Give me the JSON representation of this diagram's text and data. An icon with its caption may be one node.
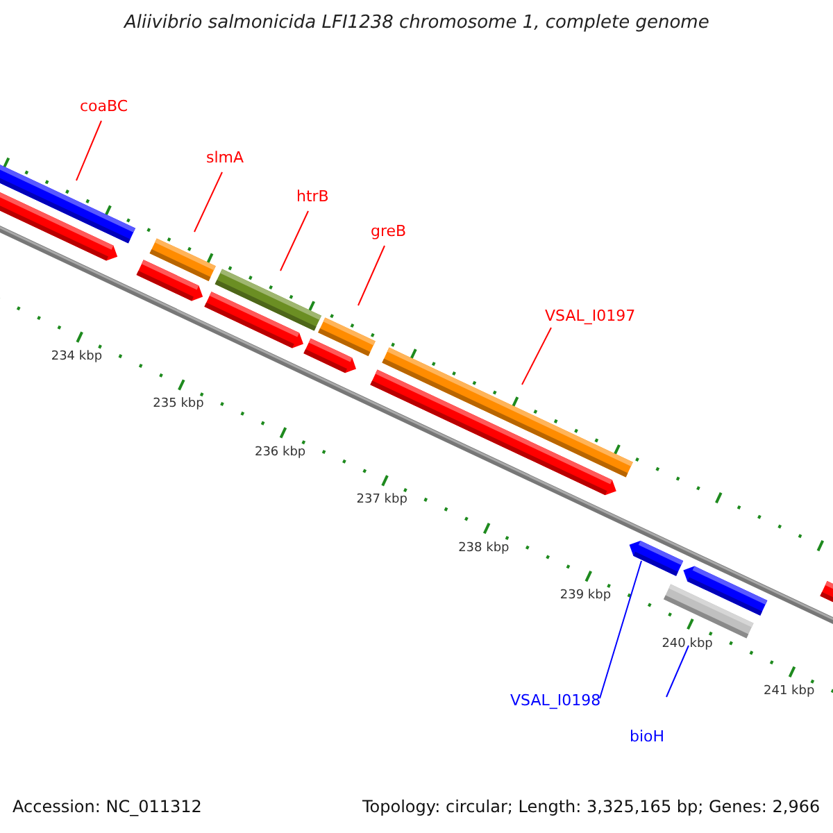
{
  "diagram": {
    "title": "Aliivibrio salmonicida LFI1238 chromosome 1, complete genome",
    "nodes": [
      {
        "text": [
          "coaBC"
        ]
      },
      {
        "text": [],
        "shape": "bar"
      },
      {
        "text": [
          "slmA"
        ]
      },
      {
        "text": [],
        "shape": "bar"
      },
      {
        "text": [
          "htrB"
        ]
      },
      {
        "text": [],
        "shape": "bar"
      },
      {
        "text": [
          "greB"
        ]
      },
      {
        "text": [],
        "shape": "bar"
      },
      {
        "text": [
          "VSAL_I0197"
        ]
      },
      {
        "text": [],
        "shape": "bar"
      },
      {
        "text": [
          "VSAL_I0198"
        ]
      },
      {
        "text": [],
        "shape": "arrow"
      },
      {
        "text": [
          "bioH"
        ]
      },
      {
        "text": [],
        "shape": "bar"
      },
      {
        "text": [],
        "shape": "arrow"
      },
      {
        "text": [],
        "shape": "arrow"
      },
      {
        "text": [],
        "shape": "arrow"
      },
      {
        "text": [],
        "shape": "arrow"
      },
      {
        "text": [],
        "shape": "arrow"
      },
      {
        "text": [],
        "shape": "arrow"
      },
      {
        "text": [],
        "shape": "arrow"
      }
    ],
    "edges": [
      {
        "from": 0,
        "to": 1,
        "arrow": "none"
      },
      {
        "from": 2,
        "to": 3,
        "arrow": "none"
      },
      {
        "from": 4,
        "to": 5,
        "arrow": "none"
      },
      {
        "from": 6,
        "to": 7,
        "arrow": "none"
      },
      {
        "from": 8,
        "to": 9,
        "arrow": "none"
      },
      {
        "from": 10,
        "to": 11,
        "arrow": "none",
        "color": "#0000ff"
      },
      {
        "from": 12,
        "to": 13,
        "arrow": "none",
        "color": "#0000ff"
      }
    ],
    "labels": [
      "234 kbp",
      "235 kbp",
      "236 kbp",
      "237 kbp",
      "238 kbp",
      "239 kbp",
      "240 kbp",
      "241 kbp",
      "Accession: NC_011312",
      "Topology: circular; Length: 3,325,165 bp; Genes: 2,966"
    ]
  }
}
